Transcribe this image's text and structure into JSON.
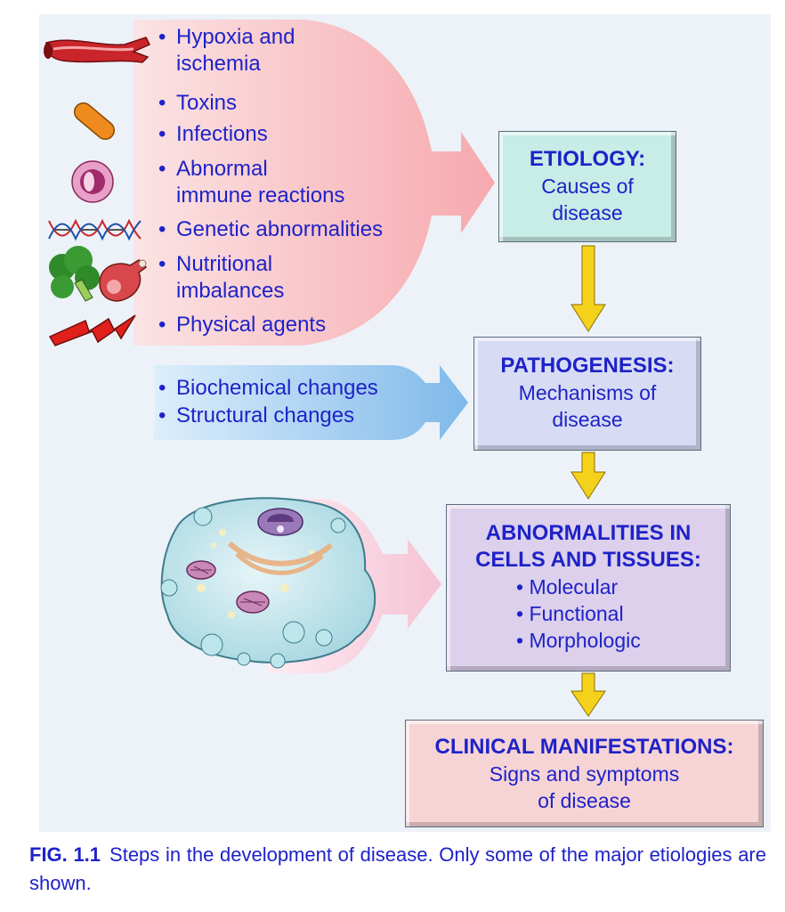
{
  "colors": {
    "text": "#1e22c8",
    "etiology_box": "#c8ece6",
    "pathogenesis_box": "#d7dcf4",
    "abnormalities_box": "#dcd0ec",
    "clinical_box": "#f6d4d6",
    "connector_arrow": "#f4d21c",
    "etiology_arrow": "#f7b5b8",
    "pathogenesis_arrow": "#8fc3ec",
    "abnormalities_arrow": "#f6c8d8"
  },
  "icons": [
    "blood-vessel-icon",
    "pill-icon",
    "immune-cell-icon",
    "dna-icon",
    "broccoli-icon",
    "meat-icon",
    "lightning-icon",
    "cell-icon"
  ],
  "causes": [
    {
      "line1": "Hypoxia and",
      "line2": "ischemia"
    },
    {
      "line1": "Toxins",
      "line2": ""
    },
    {
      "line1": "Infections",
      "line2": ""
    },
    {
      "line1": "Abnormal",
      "line2": "immune reactions"
    },
    {
      "line1": "Genetic abnormalities",
      "line2": ""
    },
    {
      "line1": "Nutritional",
      "line2": "imbalances"
    },
    {
      "line1": "Physical agents",
      "line2": ""
    }
  ],
  "changes": [
    "Biochemical changes",
    "Structural changes"
  ],
  "bullet": "•",
  "etiology": {
    "title": "ETIOLOGY:",
    "line1": "Causes of",
    "line2": "disease"
  },
  "pathogenesis": {
    "title": "PATHOGENESIS:",
    "line1": "Mechanisms of",
    "line2": "disease"
  },
  "abnormalities": {
    "title1": "ABNORMALITIES IN",
    "title2": "CELLS AND TISSUES:",
    "items": [
      "Molecular",
      "Functional",
      "Morphologic"
    ]
  },
  "clinical": {
    "title": "CLINICAL MANIFESTATIONS:",
    "line1": "Signs and symptoms",
    "line2": "of disease"
  },
  "caption": {
    "label": "FIG. 1.1",
    "text": "Steps in the development of disease. Only some of the major etiologies are shown."
  }
}
